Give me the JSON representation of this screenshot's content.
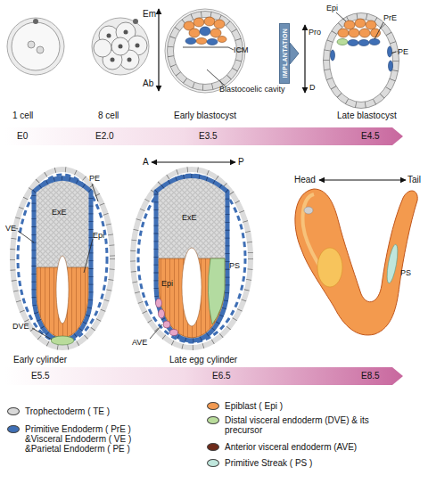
{
  "diagram": {
    "nodes": [
      {
        "text": [
          "IMPLANTATION"
        ]
      },
      {
        "text": [
          "E0",
          "E2.0",
          "E3.5",
          "E4.5"
        ]
      },
      {
        "text": [
          "E5.5",
          "E6.5",
          "E8.5"
        ]
      }
    ],
    "labels": [
      "Em",
      "ICM",
      "Ab",
      "Blastocoelic cavity",
      "Pro",
      "Epi",
      "PrE",
      "PE",
      "D",
      "1 cell",
      "8 cell",
      "Early blastocyst",
      "Late blastocyst",
      "PE",
      "ExE",
      "VE",
      "Epi",
      "DVE",
      "A",
      "P",
      "ExE",
      "PS",
      "Epi",
      "AVE",
      "Head",
      "Tail",
      "PS",
      "Early cylinder",
      "Late egg cylinder"
    ],
    "legend": [
      {
        "text": "Trophectoderm ( TE )",
        "color": "#d9d9d9"
      },
      {
        "text": "Primitive Endoderm ( PrE ) &Visceral Endoderm ( VE ) &Parietal Endoderm ( PE )",
        "color": "#3f6fb5"
      },
      {
        "text": "Epiblast ( Epi )",
        "color": "#f29a52"
      },
      {
        "text": "Distal visceral endoderm (DVE) & its precursor",
        "color": "#b9dc9b"
      },
      {
        "text": "Anterior visceral endoderm (AVE)",
        "color": "#6e2a1a"
      },
      {
        "text": "Primitive Streak ( PS )",
        "color": "#bfe6dc"
      }
    ]
  }
}
